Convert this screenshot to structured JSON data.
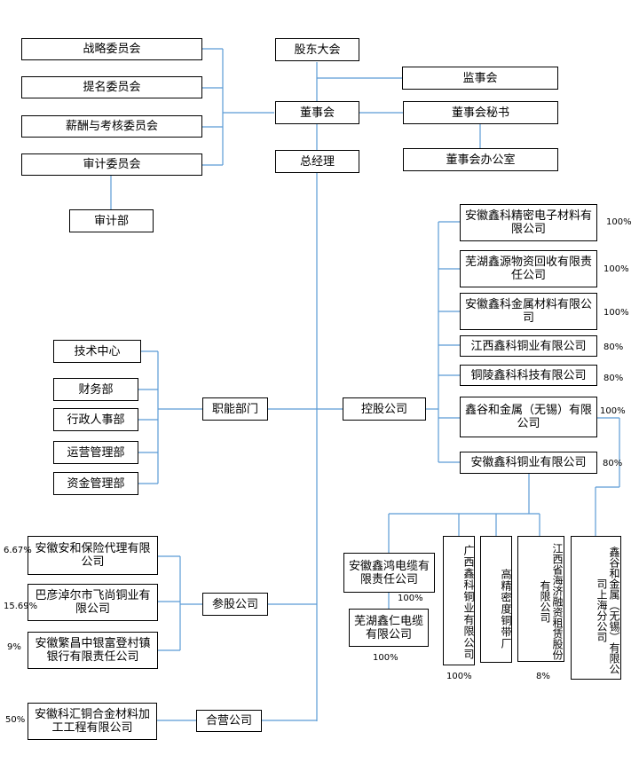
{
  "org": {
    "shareholders_meeting": "股东大会",
    "board": "董事会",
    "general_manager": "总经理",
    "supervisory_board": "监事会",
    "board_secretary": "董事会秘书",
    "board_office": "董事会办公室",
    "committees": {
      "strategy": "战略委员会",
      "nomination": "提名委员会",
      "compensation": "薪酬与考核委员会",
      "audit": "审计委员会",
      "audit_dept": "审计部"
    },
    "functional": {
      "label": "职能部门",
      "tech_center": "技术中心",
      "finance": "财务部",
      "admin_hr": "行政人事部",
      "operations": "运营管理部",
      "treasury": "资金管理部"
    },
    "holding": {
      "label": "控股公司",
      "electronic_materials": "安徽鑫科精密电子材料有限公司",
      "electronic_materials_pct": "100%",
      "recycling": "芜湖鑫源物资回收有限责任公司",
      "recycling_pct": "100%",
      "metal_materials": "安徽鑫科金属材料有限公司",
      "metal_materials_pct": "100%",
      "jiangxi_copper": "江西鑫科铜业有限公司",
      "jiangxi_copper_pct": "80%",
      "tongling_tech": "铜陵鑫科科技有限公司",
      "tongling_tech_pct": "80%",
      "xingu_wuxi": "鑫谷和金属（无锡）有限公司",
      "xingu_wuxi_pct": "100%",
      "anhui_copper": "安徽鑫科铜业有限公司",
      "anhui_copper_pct": "80%"
    },
    "subsidiaries": {
      "cable": "安徽鑫鸿电缆有限责任公司",
      "cable_pct": "100%",
      "wuhu_cable": "芜湖鑫仁电缆有限公司",
      "wuhu_cable_pct": "100%",
      "guangxi_copper": "广西鑫科铜业有限公司",
      "guangxi_copper_pct": "100%",
      "strip_plant": "高精密度铜带厂",
      "jiangxi_leasing": "江西省海济融资租赁股份有限公司",
      "jiangxi_leasing_pct": "8%",
      "shanghai_branch": "鑫谷和金属（无锡）有限公司上海分公司"
    },
    "equity": {
      "label": "参股公司",
      "insurance": "安徽安和保险代理有限公司",
      "insurance_pct": "6.67%",
      "bayannur": "巴彦淖尔市飞尚铜业有限公司",
      "bayannur_pct": "15.69%",
      "bank": "安徽繁昌中银富登村镇银行有限责任公司",
      "bank_pct": "9%"
    },
    "jv": {
      "label": "合营公司",
      "alloy": "安徽科汇铜合金材料加工工程有限公司",
      "alloy_pct": "50%"
    }
  },
  "colors": {
    "line": "#5b9bd5",
    "border": "#000000"
  }
}
